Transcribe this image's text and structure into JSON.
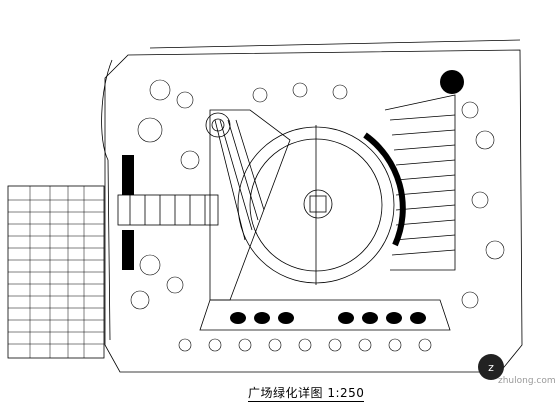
{
  "drawing": {
    "title_prefix": "广场绿化详图",
    "scale": "1:250",
    "title_full": "广场绿化详图 1:250"
  },
  "watermark": {
    "brand": "zhulong",
    "domain": "zhulong.com"
  },
  "colors": {
    "line": "#000000",
    "paper": "#ffffff",
    "watermark": "#9a9a9a"
  }
}
